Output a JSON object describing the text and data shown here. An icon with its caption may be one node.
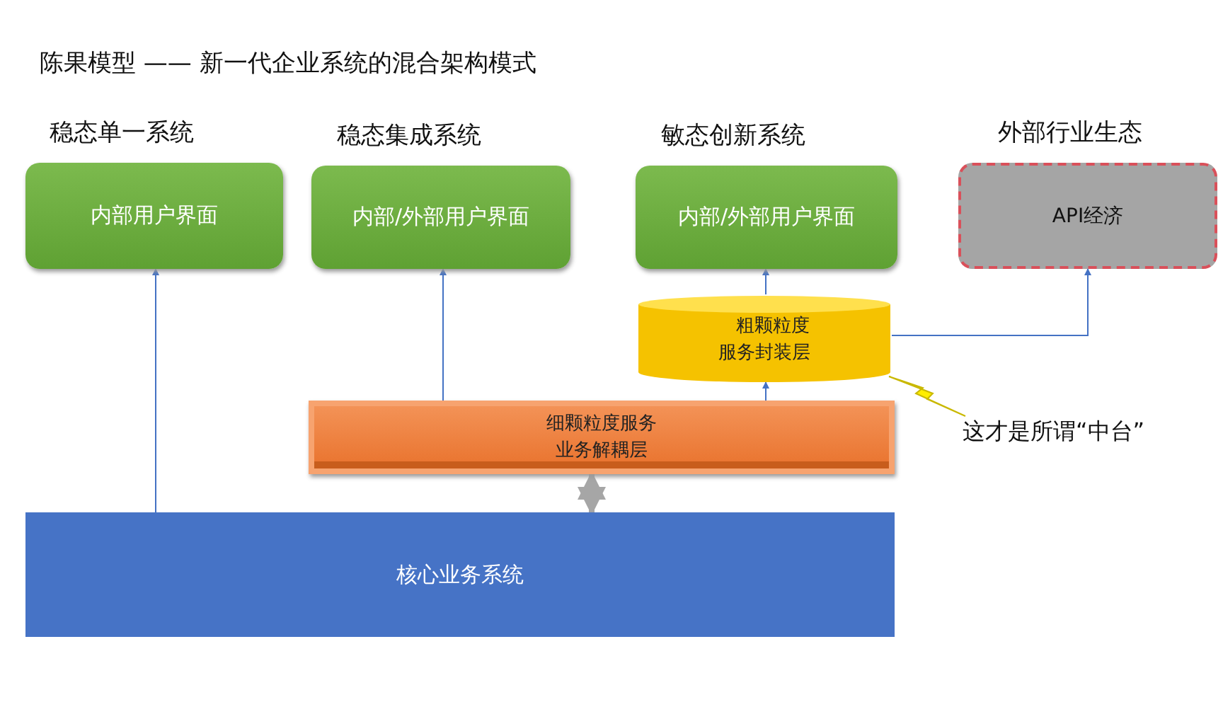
{
  "diagram": {
    "title": "陈果模型 —— 新一代企业系统的混合架构模式",
    "nodes": [
      {
        "text": [
          "稳态单一系统",
          "内部用户界面"
        ]
      },
      {
        "text": [
          "稳态集成系统",
          "内部/外部用户界面"
        ]
      },
      {
        "text": [
          "敏态创新系统",
          "内部/外部用户界面"
        ]
      },
      {
        "text": [
          "外部行业生态",
          "API经济"
        ]
      },
      {
        "text": [
          "粗颗粒度服务封装层"
        ]
      },
      {
        "text": [
          "细颗粒度服务业务解耦层"
        ]
      },
      {
        "text": [
          "核心业务系统"
        ]
      },
      {
        "text": [
          "这才是所谓“中台”"
        ]
      }
    ],
    "edges": [
      {
        "from": 6,
        "to": 0,
        "arrow": "to"
      },
      {
        "from": 5,
        "to": 1,
        "arrow": "to"
      },
      {
        "from": 5,
        "to": 4,
        "arrow": "to"
      },
      {
        "from": 4,
        "to": 2,
        "arrow": "to"
      },
      {
        "from": 4,
        "to": 3,
        "arrow": "to"
      },
      {
        "from": 5,
        "to": 6,
        "arrow": "both",
        "style": "thick",
        "color": "#a6a6a6"
      },
      {
        "from": 7,
        "to": 4,
        "arrow": "none"
      }
    ]
  }
}
